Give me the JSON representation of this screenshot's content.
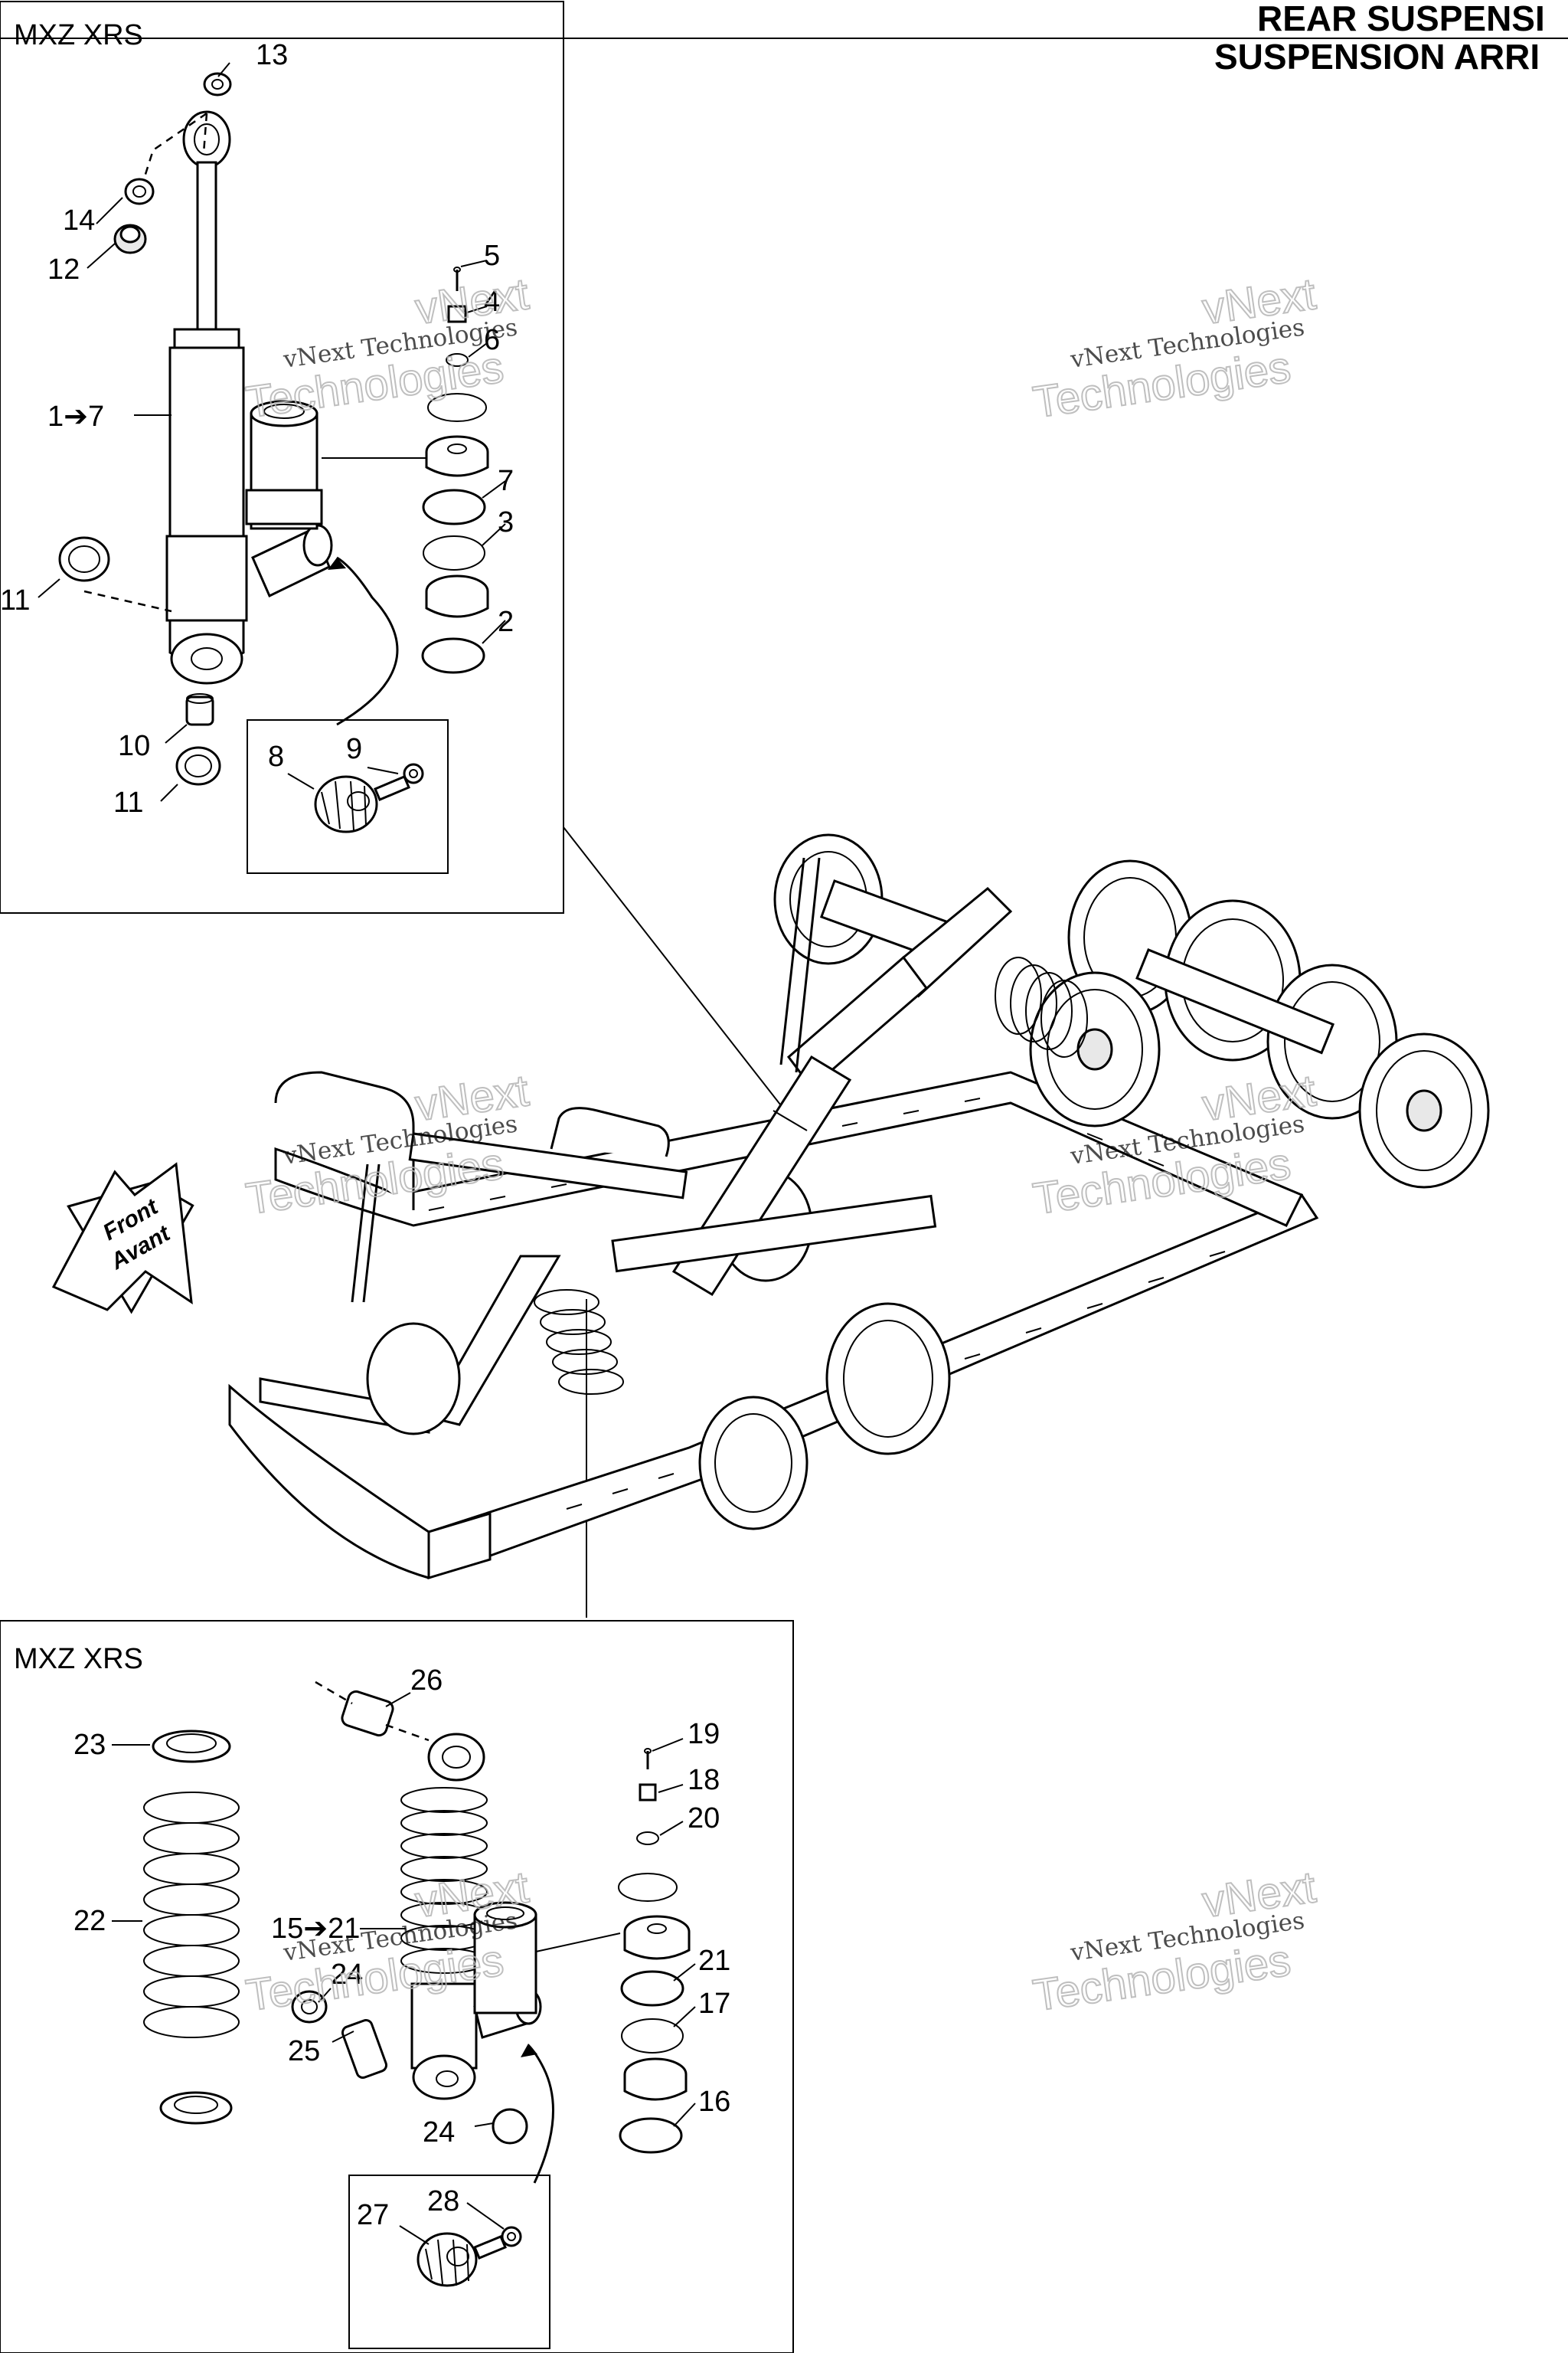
{
  "header": {
    "title_line1": "REAR SUSPENSI",
    "title_line2": "SUSPENSION ARRI"
  },
  "top_box": {
    "label": "MXZ XRS",
    "callouts": {
      "c13": "13",
      "c14": "14",
      "c12": "12",
      "c5": "5",
      "c4": "4",
      "c6": "6",
      "c1to7": "1➔7",
      "c7": "7",
      "c3": "3",
      "c2": "2",
      "c11a": "11",
      "c10": "10",
      "c11b": "11",
      "c8": "8",
      "c9": "9"
    }
  },
  "bottom_box": {
    "label": "MXZ XRS",
    "callouts": {
      "c26": "26",
      "c23": "23",
      "c19": "19",
      "c18": "18",
      "c20": "20",
      "c22": "22",
      "c15to21": "15➔21",
      "c21": "21",
      "c24a": "24",
      "c17": "17",
      "c25": "25",
      "c16": "16",
      "c24b": "24",
      "c27": "27",
      "c28": "28"
    }
  },
  "front_arrow": {
    "line1": "Front",
    "line2": "Avant"
  },
  "watermark": {
    "line1": "vNext",
    "line2": "vNext Technologies",
    "line3": "Technologies"
  }
}
